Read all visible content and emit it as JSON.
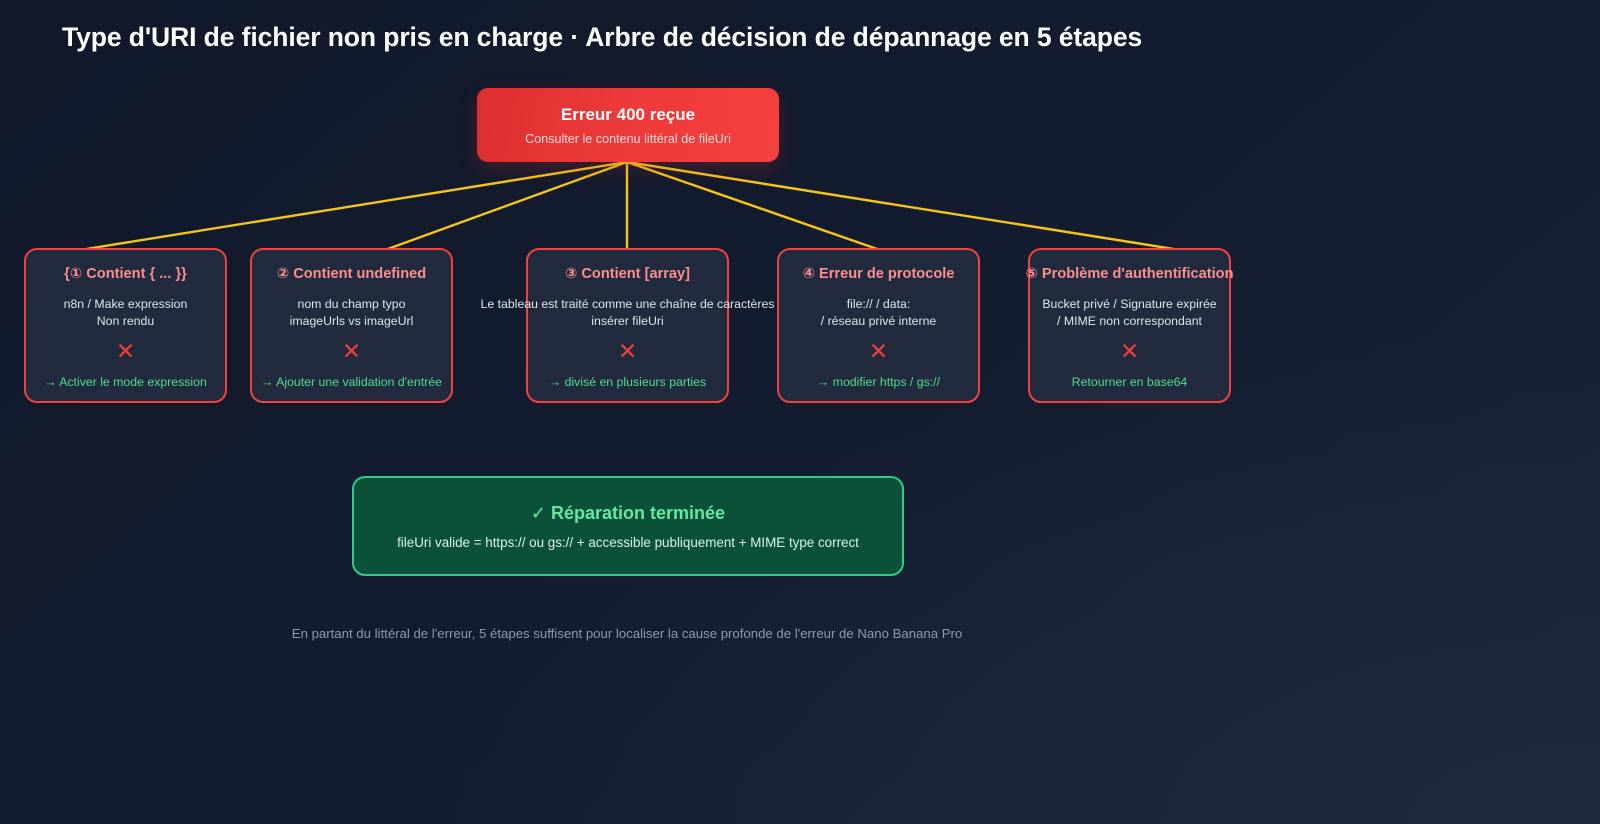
{
  "page": {
    "title": "Type d'URI de fichier non pris en charge · Arbre de décision de dépannage en 5 étapes",
    "footer_note": "En partant du littéral de l'erreur, 5 étapes suffisent pour localiser la cause profonde de l'erreur de Nano Banana Pro"
  },
  "colors": {
    "background_top": "#10182a",
    "background_bottom": "#192338",
    "root_red": "#ec3939",
    "card_border_red": "#f0413f",
    "card_fill": "#222b3d",
    "card_title_pink": "#fb8e90",
    "x_mark_red": "#e8403c",
    "action_green": "#4fdd8a",
    "connector_yellow": "#f5c518",
    "success_border": "#31c98a",
    "success_fill": "#0b5138",
    "success_title": "#67e8a0",
    "footer_grey": "#8c99ae"
  },
  "root": {
    "title": "Erreur 400 reçue",
    "subtitle": "Consulter le contenu littéral de fileUri"
  },
  "branches": [
    {
      "title": "{① Contient { ... }}",
      "body_lines": [
        "n8n / Make expression",
        "Non rendu"
      ],
      "x_mark": "✕",
      "action": "→ Activer le mode expression"
    },
    {
      "title": "② Contient undefined",
      "body_lines": [
        "nom du champ typo",
        "imageUrls vs imageUrl"
      ],
      "x_mark": "✕",
      "action": "→ Ajouter une validation d'entrée"
    },
    {
      "title": "③ Contient [array]",
      "body_lines": [
        "Le tableau est traité comme une chaîne de caractères",
        "insérer fileUri"
      ],
      "x_mark": "✕",
      "action": "→ divisé en plusieurs parties"
    },
    {
      "title": "④ Erreur de protocole",
      "body_lines": [
        "file:// / data:",
        "/ réseau privé interne"
      ],
      "x_mark": "✕",
      "action": "→ modifier https / gs://"
    },
    {
      "title": "⑤ Problème d'authentification",
      "body_lines": [
        "Bucket privé / Signature expirée",
        "/ MIME non correspondant"
      ],
      "x_mark": "✕",
      "action": "Retourner en base64"
    }
  ],
  "success": {
    "title": "✓ Réparation terminée",
    "subtitle": "fileUri valide = https:// ou gs:// + accessible publiquement + MIME type correct"
  }
}
